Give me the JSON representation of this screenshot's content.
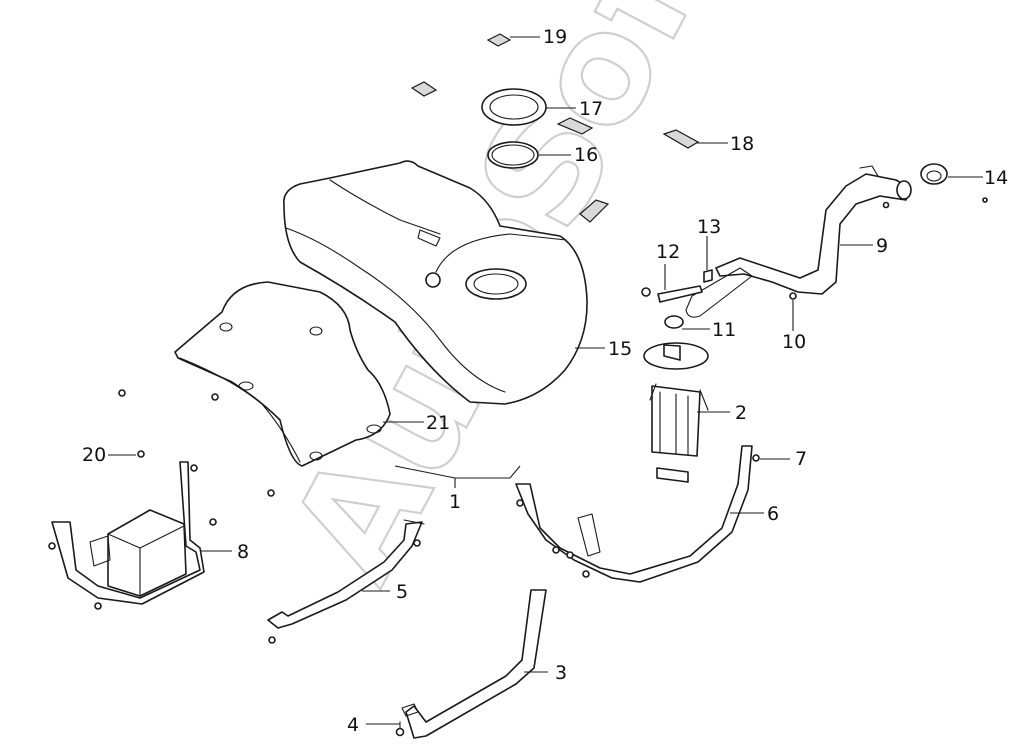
{
  "watermark": {
    "text": "AutoSoft",
    "color": "#cfcfcf"
  },
  "callouts": [
    {
      "id": "1",
      "label": "1"
    },
    {
      "id": "2",
      "label": "2"
    },
    {
      "id": "3",
      "label": "3"
    },
    {
      "id": "4",
      "label": "4"
    },
    {
      "id": "5",
      "label": "5"
    },
    {
      "id": "6",
      "label": "6"
    },
    {
      "id": "7",
      "label": "7"
    },
    {
      "id": "8",
      "label": "8"
    },
    {
      "id": "9",
      "label": "9"
    },
    {
      "id": "10",
      "label": "10"
    },
    {
      "id": "11",
      "label": "11"
    },
    {
      "id": "12",
      "label": "12"
    },
    {
      "id": "13",
      "label": "13"
    },
    {
      "id": "14",
      "label": "14"
    },
    {
      "id": "15",
      "label": "15"
    },
    {
      "id": "16",
      "label": "16"
    },
    {
      "id": "17",
      "label": "17"
    },
    {
      "id": "18",
      "label": "18"
    },
    {
      "id": "19",
      "label": "19"
    },
    {
      "id": "20",
      "label": "20"
    },
    {
      "id": "21",
      "label": "21"
    }
  ]
}
